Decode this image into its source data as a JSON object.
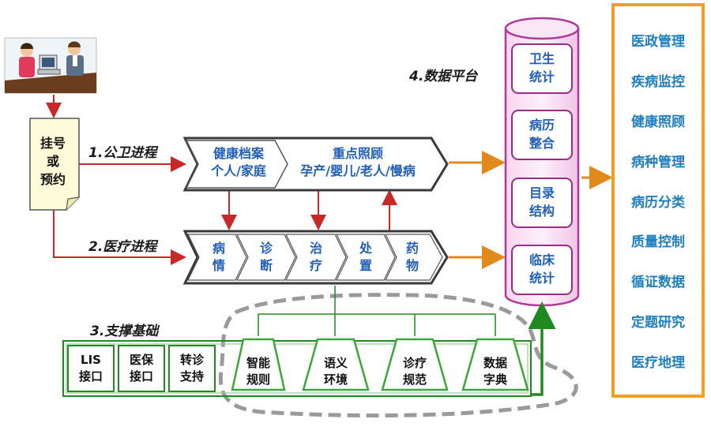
{
  "steps": {
    "register": "挂号\n或\n预约",
    "public_health": "1.公卫进程",
    "medical": "2.医疗进程",
    "support": "3.支撑基础",
    "data_platform": "4.数据平台"
  },
  "health_record": {
    "line1": "健康档案",
    "line2": "个人/家庭"
  },
  "key_care": {
    "line1": "重点照顾",
    "line2": "孕产/婴儿/老人/慢病"
  },
  "medical_steps": [
    "病\n情",
    "诊\n断",
    "治\n疗",
    "处\n置",
    "药\n物"
  ],
  "database_cells": [
    "卫生\n统计",
    "病历\n整合",
    "目录\n结构",
    "临床\n统计"
  ],
  "base_boxes": [
    "LIS\n接口",
    "医保\n接口",
    "转诊\n支持"
  ],
  "trapezoids": [
    "智能\n规则",
    "语义\n环境",
    "诊疗\n规范",
    "数据\n字典"
  ],
  "management": [
    "医政管理",
    "疾病监控",
    "健康照顾",
    "病种管理",
    "病历分类",
    "质量控制",
    "循证数据",
    "定题研究",
    "医疗地理"
  ],
  "colors": {
    "red_arrow": "#c82828",
    "orange_arrow": "#e08a1e",
    "green": "#1f8a1f",
    "magenta": "#b03a9a",
    "blue_text": "#1f5fb8",
    "mgmt_border": "#f0a020"
  },
  "icons": {
    "scene": "office-consultation-illustration"
  }
}
